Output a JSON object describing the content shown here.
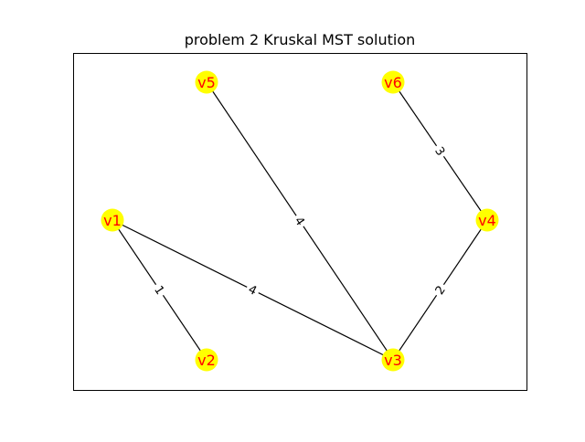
{
  "title": "problem 2 Kruskal MST solution",
  "colors": {
    "node_fill": "#ffff00",
    "node_label": "#ff0000",
    "edge": "#000000",
    "frame": "#000000",
    "background": "#ffffff"
  },
  "nodes": [
    {
      "id": "v1",
      "label": "v1"
    },
    {
      "id": "v2",
      "label": "v2"
    },
    {
      "id": "v3",
      "label": "v3"
    },
    {
      "id": "v4",
      "label": "v4"
    },
    {
      "id": "v5",
      "label": "v5"
    },
    {
      "id": "v6",
      "label": "v6"
    }
  ],
  "edges": [
    {
      "source": "v1",
      "target": "v2",
      "weight": "1"
    },
    {
      "source": "v1",
      "target": "v3",
      "weight": "4"
    },
    {
      "source": "v5",
      "target": "v3",
      "weight": "4"
    },
    {
      "source": "v4",
      "target": "v3",
      "weight": "2"
    },
    {
      "source": "v6",
      "target": "v4",
      "weight": "3"
    }
  ]
}
